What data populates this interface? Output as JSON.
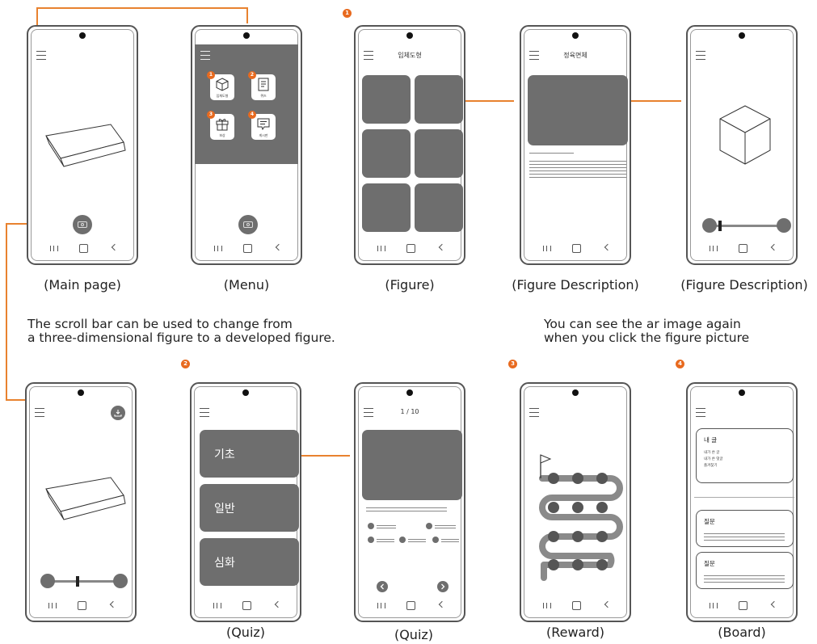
{
  "captions": {
    "main": "(Main page)",
    "menu": "(Menu)",
    "figure": "(Figure)",
    "figure_desc1": "(Figure Description)",
    "figure_desc2": "(Figure Description)",
    "quiz1": "(Quiz)",
    "quiz2": "(Quiz)",
    "reward": "(Reward)",
    "board": "(Board)"
  },
  "notes": {
    "scroll_line1": "The scroll bar can be used to change from",
    "scroll_line2": "a three-dimensional figure to a developed figure.",
    "ar_line1": "You can see the ar image again",
    "ar_line2": "when you click the figure picture"
  },
  "badges": {
    "b1": "1",
    "b2": "2",
    "b3": "3",
    "b4": "4"
  },
  "menu_items": [
    {
      "num": "1",
      "label": "입체도형"
    },
    {
      "num": "2",
      "label": "퀴즈"
    },
    {
      "num": "3",
      "label": "보상"
    },
    {
      "num": "4",
      "label": "게시판"
    }
  ],
  "screens": {
    "figure_title": "입체도형",
    "desc_title": "정육면체",
    "quiz_progress": "1 / 10",
    "quiz_levels": [
      "기초",
      "일반",
      "심화"
    ],
    "board": {
      "my_posts_title": "내 글",
      "my_posts_items": [
        "내가 쓴 글",
        "내가 쓴 댓글",
        "즐겨찾기"
      ],
      "question1": "질문",
      "question2": "질문"
    }
  },
  "colors": {
    "accent": "#e8822f",
    "badge": "#e86a1f",
    "block": "#6e6e6e"
  },
  "icons": [
    "hamburger-menu-icon",
    "camera-icon",
    "cube-icon",
    "quiz-icon",
    "gift-icon",
    "chat-icon",
    "download-icon",
    "flag-icon",
    "chevron-left-icon",
    "chevron-right-icon"
  ]
}
